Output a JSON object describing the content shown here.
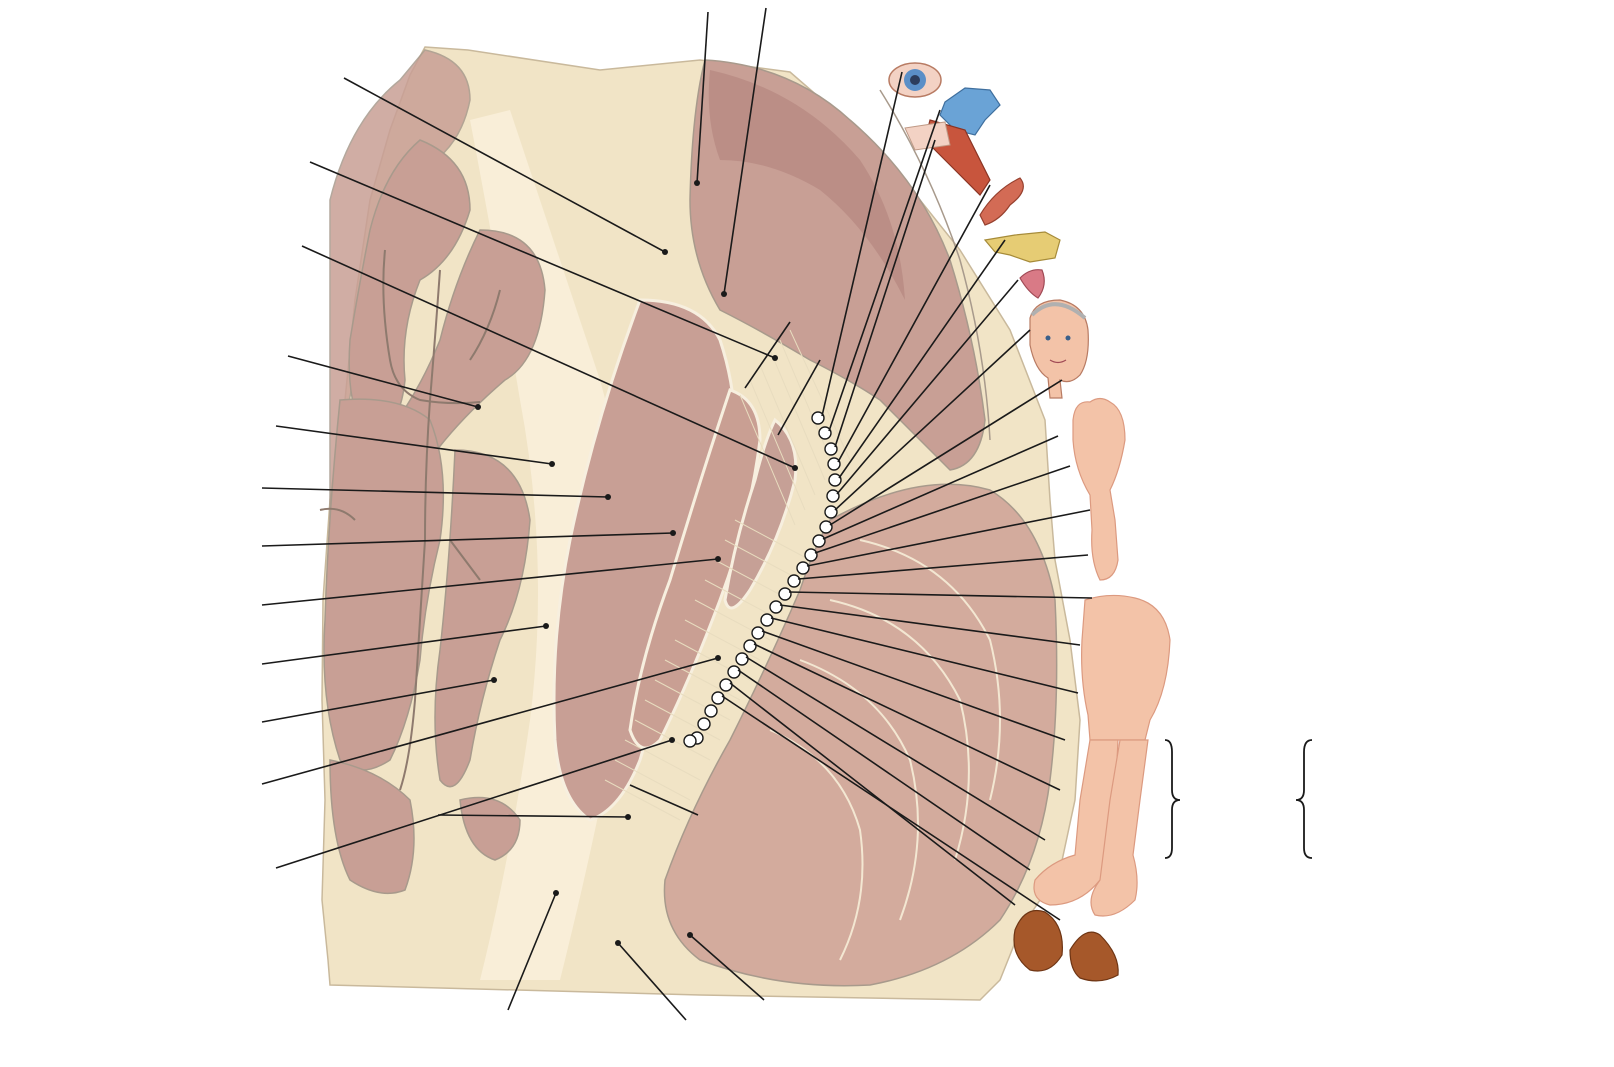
{
  "figure": {
    "description_labels": [],
    "regions": [
      "cerebrum-section",
      "internal-capsule",
      "thalamus",
      "lentiform-nucleus",
      "body-map"
    ],
    "homunculus_parts": [
      "eye",
      "pharynx",
      "larynx",
      "tongue",
      "jaw",
      "lips",
      "face",
      "hand",
      "arm",
      "trunk",
      "leg",
      "foot",
      "bladder",
      "rectum"
    ],
    "colors": {
      "white_matter": "#f1e4c6",
      "gray_matter": "#c89f95",
      "dark_gray_matter": "#b58780",
      "highlight": "#fbf2de",
      "outline": "#a89a8c",
      "skin": "#f3c3a8",
      "skin_shadow": "#dc9a80",
      "eye_blue": "#5b8fc7",
      "pharynx_blue": "#6aa3d6",
      "larynx_red": "#c8553d",
      "jaw_yellow": "#e6cc74",
      "organ_brown": "#a6582a",
      "leader_line": "#1a1a1a"
    }
  }
}
